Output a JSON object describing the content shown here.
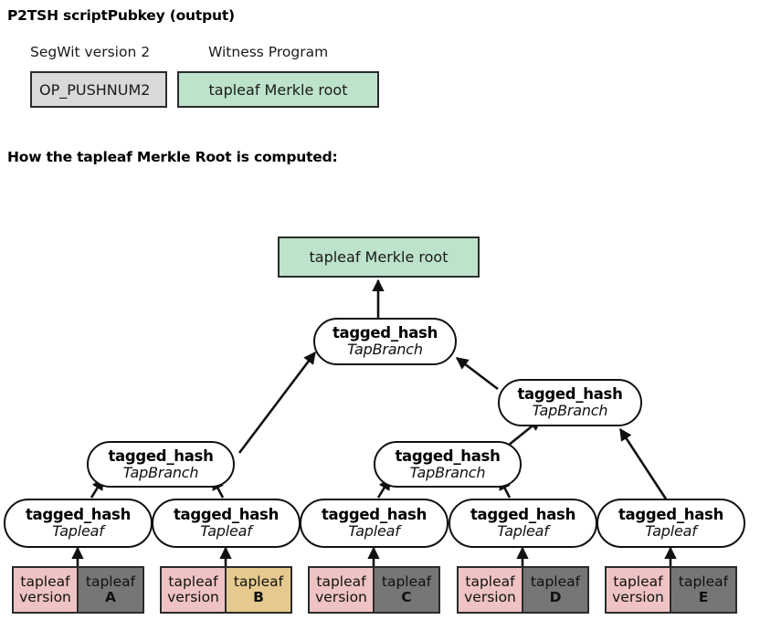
{
  "headings": {
    "scriptpubkey": "P2TSH scriptPubkey (output)",
    "merkle_explain": "How the tapleaf Merkle Root is computed:"
  },
  "scriptpubkey": {
    "fields": [
      {
        "caption": "SegWit version 2",
        "value": "OP_PUSHNUM2",
        "fill": "#d9d9d9"
      },
      {
        "caption": "Witness Program",
        "value": "tapleaf Merkle root",
        "fill": "#bde3cb"
      }
    ]
  },
  "tree": {
    "root": {
      "label": "tapleaf Merkle root",
      "fill": "#bde3cb"
    },
    "branches": [
      {
        "fn": "tagged_hash",
        "tag": "TapBranch"
      },
      {
        "fn": "tagged_hash",
        "tag": "TapBranch"
      },
      {
        "fn": "tagged_hash",
        "tag": "TapBranch"
      },
      {
        "fn": "tagged_hash",
        "tag": "TapBranch"
      }
    ],
    "leaves": [
      {
        "fn": "tagged_hash",
        "tag": "Tapleaf",
        "version_l1": "tapleaf",
        "version_l2": "version",
        "script_l1": "tapleaf",
        "script_l2": "A",
        "version_fill": "#efc3c3",
        "script_fill": "#767676"
      },
      {
        "fn": "tagged_hash",
        "tag": "Tapleaf",
        "version_l1": "tapleaf",
        "version_l2": "version",
        "script_l1": "tapleaf",
        "script_l2": "B",
        "version_fill": "#efc3c3",
        "script_fill": "#e5c98f"
      },
      {
        "fn": "tagged_hash",
        "tag": "Tapleaf",
        "version_l1": "tapleaf",
        "version_l2": "version",
        "script_l1": "tapleaf",
        "script_l2": "C",
        "version_fill": "#efc3c3",
        "script_fill": "#767676"
      },
      {
        "fn": "tagged_hash",
        "tag": "Tapleaf",
        "version_l1": "tapleaf",
        "version_l2": "version",
        "script_l1": "tapleaf",
        "script_l2": "D",
        "version_fill": "#efc3c3",
        "script_fill": "#767676"
      },
      {
        "fn": "tagged_hash",
        "tag": "Tapleaf",
        "version_l1": "tapleaf",
        "version_l2": "version",
        "script_l1": "tapleaf",
        "script_l2": "E",
        "version_fill": "#efc3c3",
        "script_fill": "#767676"
      }
    ]
  },
  "colors": {
    "green": "#bde3cb",
    "gray_box": "#d9d9d9",
    "pink": "#efc3c3",
    "dark_gray": "#767676",
    "tan": "#e5c98f",
    "stroke": "#2b2b2b"
  }
}
